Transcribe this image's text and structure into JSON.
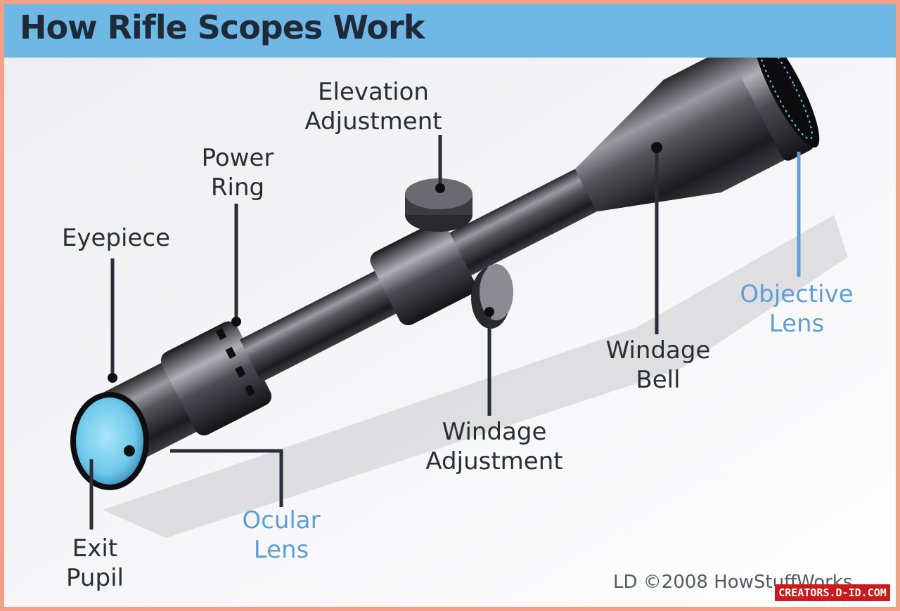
{
  "header": {
    "title": "How Rifle Scopes Work"
  },
  "labels": {
    "elevation_adjustment": [
      "Elevation",
      "Adjustment"
    ],
    "power_ring": [
      "Power",
      "Ring"
    ],
    "eyepiece": [
      "Eyepiece"
    ],
    "objective_lens": [
      "Objective",
      "Lens"
    ],
    "windage_bell": [
      "Windage",
      "Bell"
    ],
    "windage_adjustment": [
      "Windage",
      "Adjustment"
    ],
    "ocular_lens": [
      "Ocular",
      "Lens"
    ],
    "exit_pupil": [
      "Exit",
      "Pupil"
    ]
  },
  "credit": "LD ©2008 HowStuffWorks",
  "watermark": "CREATORS.D-ID.COM",
  "colors": {
    "header_bg": "#6fb8e6",
    "border": "#f4a088",
    "label_dark": "#2a2e34",
    "label_blue": "#5d9fd6",
    "lens_cyan": "#7fd3f0"
  }
}
